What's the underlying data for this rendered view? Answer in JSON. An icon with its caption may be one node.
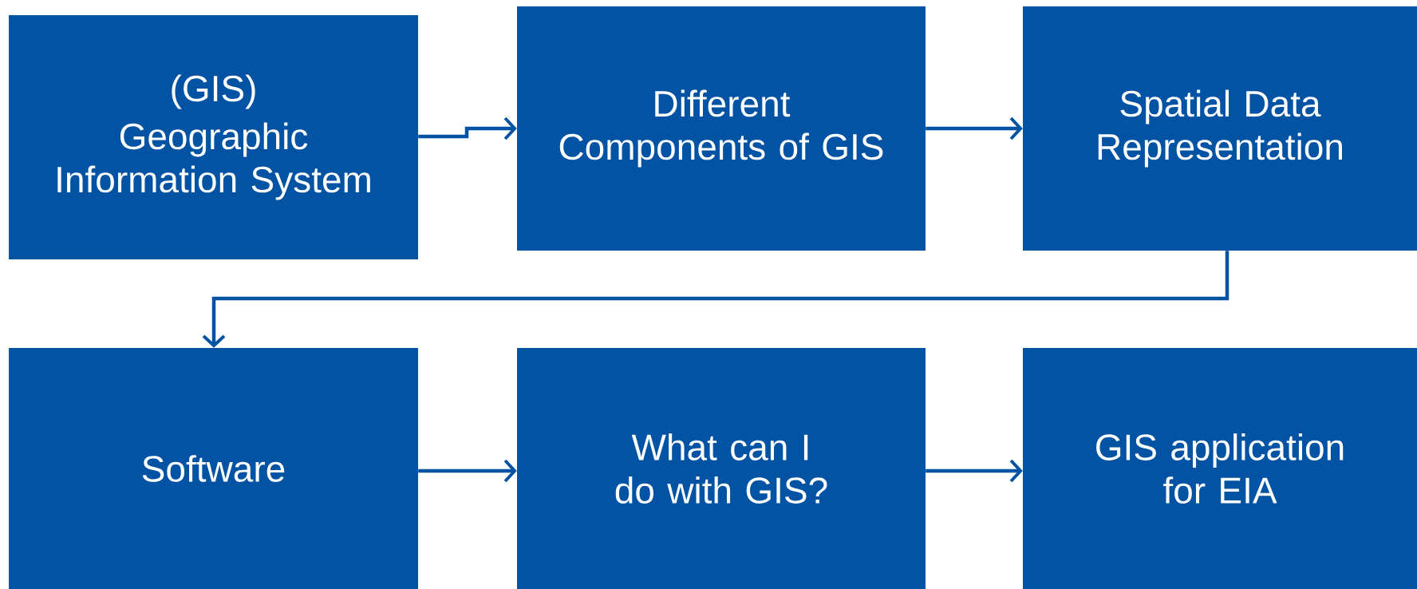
{
  "diagram": {
    "nodes": [
      {
        "text": [
          "(GIS)",
          "Geographic Information System"
        ]
      },
      {
        "text": [
          "Different Components of GIS"
        ]
      },
      {
        "text": [
          "Spatial Data Representation"
        ]
      },
      {
        "text": [
          "Software"
        ]
      },
      {
        "text": [
          "What can I do with GIS?"
        ]
      },
      {
        "text": [
          "GIS application for EIA"
        ]
      }
    ],
    "edges": [
      {
        "from": 0,
        "to": 1,
        "arrow": "to"
      },
      {
        "from": 1,
        "to": 2,
        "arrow": "to"
      },
      {
        "from": 2,
        "to": 3,
        "arrow": "to"
      },
      {
        "from": 3,
        "to": 4,
        "arrow": "to"
      },
      {
        "from": 4,
        "to": 5,
        "arrow": "to"
      }
    ]
  }
}
